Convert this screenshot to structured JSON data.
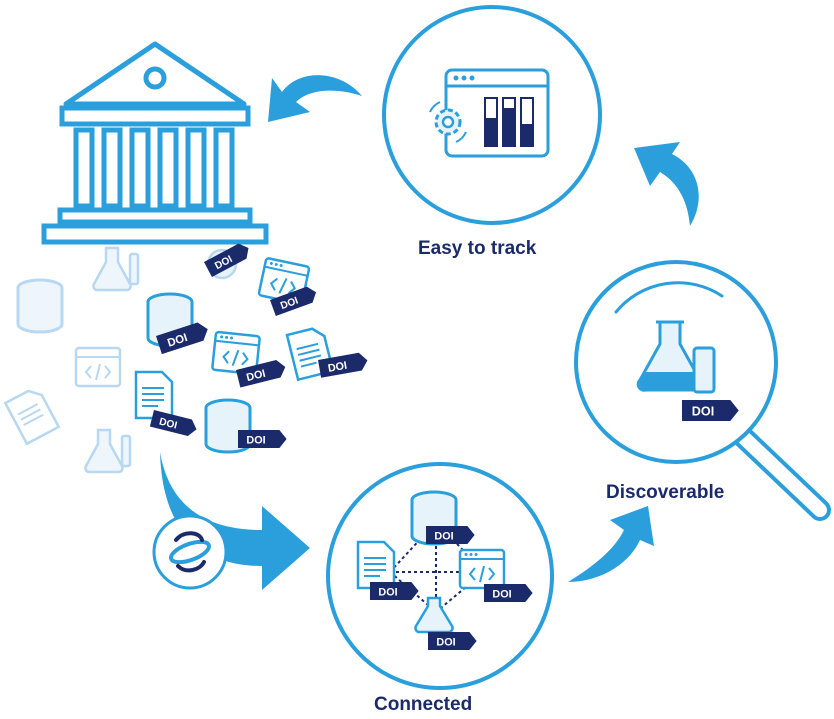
{
  "colors": {
    "primary_blue": "#2a9fdc",
    "navy": "#1b2a6b",
    "faded_blue": "#b7d8f0",
    "light_fill": "#e6f3fb"
  },
  "stages": {
    "track": {
      "label": "Easy to track",
      "icon": "dashboard-settings-icon"
    },
    "discover": {
      "label": "Discoverable",
      "icon": "magnifier-flask-icon"
    },
    "connect": {
      "label": "Connected",
      "icon": "network-icon"
    }
  },
  "doi_tag": "DOI",
  "institution": {
    "icon": "institution-building-icon"
  },
  "logo": {
    "icon": "crossref-style-logo-icon"
  }
}
